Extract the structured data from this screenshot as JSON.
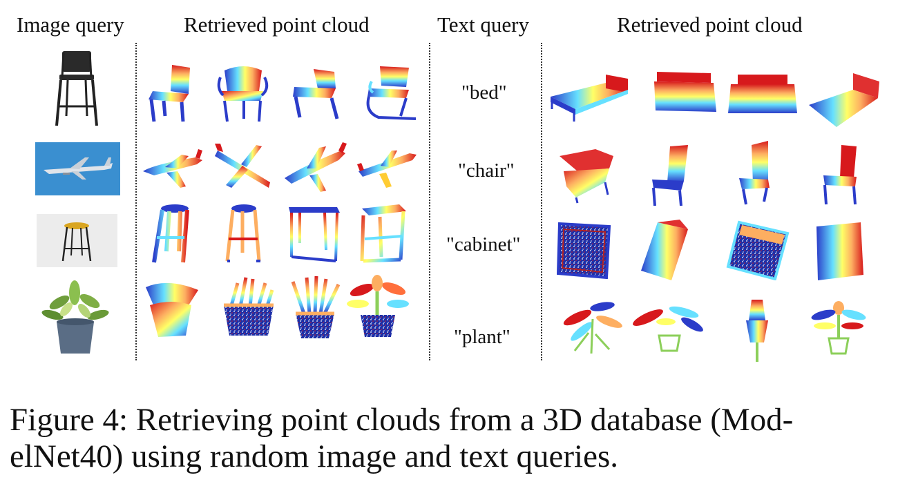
{
  "headers": {
    "image_query": "Image query",
    "retrieved_left": "Retrieved point cloud",
    "text_query": "Text query",
    "retrieved_right": "Retrieved point cloud"
  },
  "text_queries": [
    "\"bed\"",
    "\"chair\"",
    "\"cabinet\"",
    "\"plant\""
  ],
  "caption": {
    "line1": "Figure 4: Retrieving point clouds from a 3D database (Mod-",
    "line2": "elNet40) using random image and text queries."
  },
  "colors": {
    "jet_red": "#d7191c",
    "jet_orange": "#fdae61",
    "jet_yellow": "#ffff66",
    "jet_cyan": "#66e0ff",
    "jet_blue": "#2b3cc9",
    "sky_blue": "#3a8fd0"
  }
}
